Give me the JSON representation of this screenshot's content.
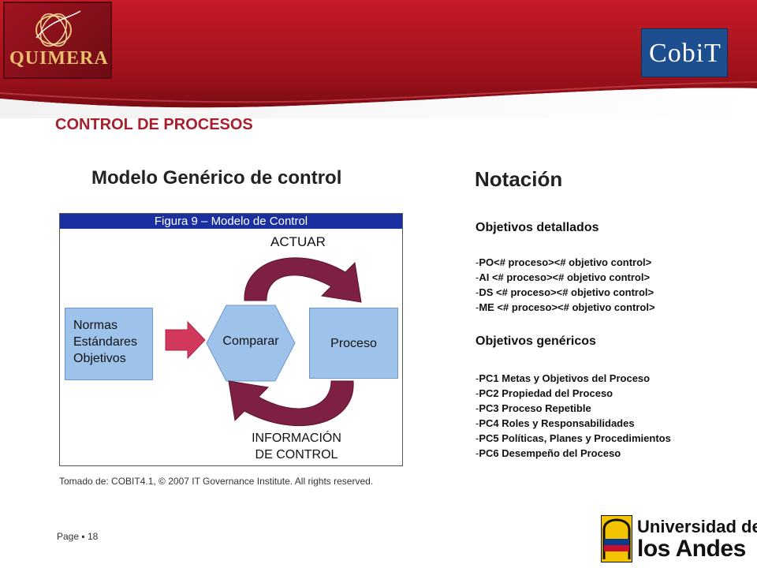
{
  "header": {
    "quimera_logo_text": "QUIMERA",
    "cobit_logo_text": "CobiT"
  },
  "section_title": "CONTROL DE PROCESOS",
  "left": {
    "subtitle": "Modelo Genérico de control"
  },
  "figure": {
    "title": "Figura 9 – Modelo de Control",
    "input_lines": [
      "Normas",
      "Estándares",
      "Objetivos"
    ],
    "comparar": "Comparar",
    "proceso": "Proceso",
    "actuar": "ACTUAR",
    "info_lines": [
      "INFORMACIÓN",
      "DE CONTROL"
    ]
  },
  "caption": "Tomado de: COBIT4.1,  © 2007 IT  Governance Institute.  All rights reserved.",
  "right": {
    "subtitle": "Notación",
    "detailed_heading": "Objetivos detallados",
    "detailed_items": [
      "PO<# proceso><# objetivo control>",
      "AI <# proceso><# objetivo control>",
      "DS <# proceso><# objetivo control>",
      "ME <# proceso><# objetivo control>"
    ],
    "generic_heading": "Objetivos genéricos",
    "generic_items": [
      "PC1 Metas y Objetivos del Proceso",
      "PC2 Propiedad del Proceso",
      "PC3 Proceso Repetible",
      "PC4 Roles y Responsabilidades",
      "PC5 Políticas, Planes y Procedimientos",
      "PC6 Desempeño del Proceso"
    ]
  },
  "footer": {
    "page_text": "Page ▪ 18",
    "uniandes_line1": "Universidad de",
    "uniandes_line2": "los Andes"
  },
  "colors": {
    "banner_red": "#b3141f",
    "title_red": "#a6202d",
    "figure_bar": "#1a2fa0",
    "box_blue": "#9ec3ea",
    "arrow_maroon": "#7d2043"
  }
}
